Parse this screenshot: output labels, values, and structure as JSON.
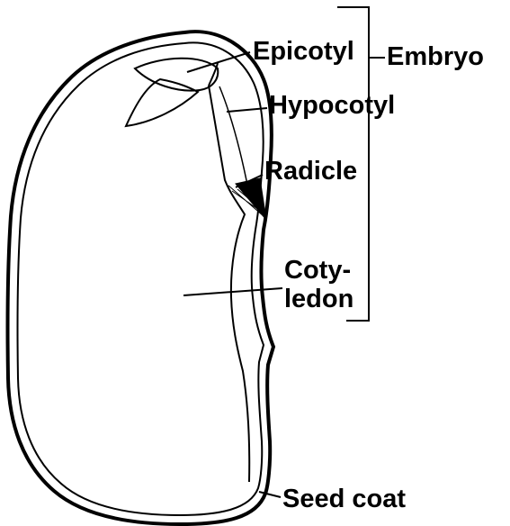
{
  "labels": {
    "epicotyl": "Epicotyl",
    "embryo": "Embryo",
    "hypocotyl": "Hypocotyl",
    "radicle": "Radicle",
    "cotyledon_line1": "Coty-",
    "cotyledon_line2": "ledon",
    "seed_coat": "Seed coat"
  },
  "colors": {
    "ink": "#000000",
    "paper": "#ffffff"
  }
}
